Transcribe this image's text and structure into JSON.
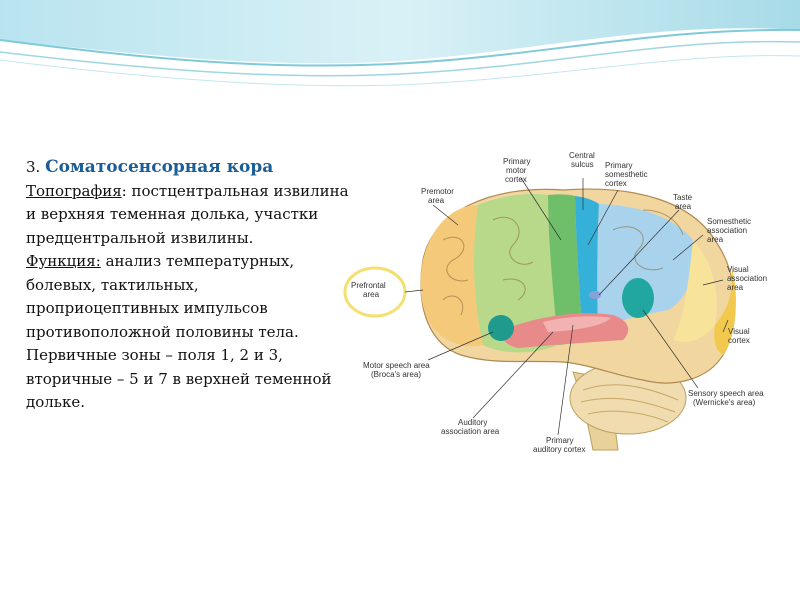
{
  "slide": {
    "number_prefix": "3. ",
    "title": "Соматосенсорная кора",
    "topography_label": "Топография",
    "topography_text": ": постцентральная извилина и верхняя теменная долька, участки предцентральной извилины.",
    "function_label": "Функция:",
    "function_text": " анализ температурных, болевых, тактильных, проприоцептивных импульсов противоположной половины тела.",
    "zones_text": "Первичные зоны – поля 1, 2 и 3, вторичные – 5 и 7 в верхней теменной дольке."
  },
  "figure": {
    "labels": {
      "primary_motor_1": "Primary",
      "primary_motor_2": "motor",
      "primary_motor_3": "cortex",
      "central_1": "Central",
      "central_2": "sulcus",
      "prim_som_1": "Primary",
      "prim_som_2": "somesthetic",
      "prim_som_3": "cortex",
      "premotor_1": "Premotor",
      "premotor_2": "area",
      "taste_1": "Taste",
      "taste_2": "area",
      "som_assoc_1": "Somesthetic",
      "som_assoc_2": "association",
      "som_assoc_3": "area",
      "prefrontal_1": "Prefrontal",
      "prefrontal_2": "area",
      "visual_assoc_1": "Visual",
      "visual_assoc_2": "association",
      "visual_assoc_3": "area",
      "visual_cortex_1": "Visual",
      "visual_cortex_2": "cortex",
      "motor_speech_1": "Motor speech area",
      "motor_speech_2": "(Broca's area)",
      "sensory_speech_1": "Sensory speech area",
      "sensory_speech_2": "(Wernicke's area)",
      "auditory_assoc_1": "Auditory",
      "auditory_assoc_2": "association area",
      "primary_auditory_1": "Primary",
      "primary_auditory_2": "auditory cortex"
    }
  }
}
